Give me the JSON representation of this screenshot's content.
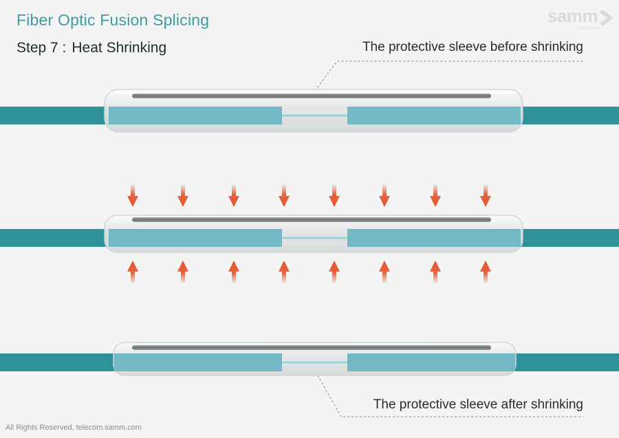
{
  "header": {
    "title": "Fiber Optic Fusion Splicing",
    "step_label": "Step 7 :",
    "step_name": "Heat Shrinking"
  },
  "logo": {
    "text": "samm",
    "sub": "telecom"
  },
  "labels": {
    "before": "The protective sleeve before shrinking",
    "after": "The protective sleeve after shrinking"
  },
  "footer": {
    "rights": "All Rights Reserved,",
    "site": "telecom.samm.com"
  },
  "colors": {
    "background": "#f4f4f4",
    "cable": "#2e929b",
    "fiber_in_sleeve": "#72b9c5",
    "sleeve_glass": "#e6e8e9",
    "steel_rod": "#7a7e80",
    "heat_arrow": "#e2542c",
    "title": "#3b9ca3"
  },
  "icons": {
    "heat_arrow_down": "arrow-down-icon",
    "heat_arrow_up": "arrow-up-icon"
  }
}
